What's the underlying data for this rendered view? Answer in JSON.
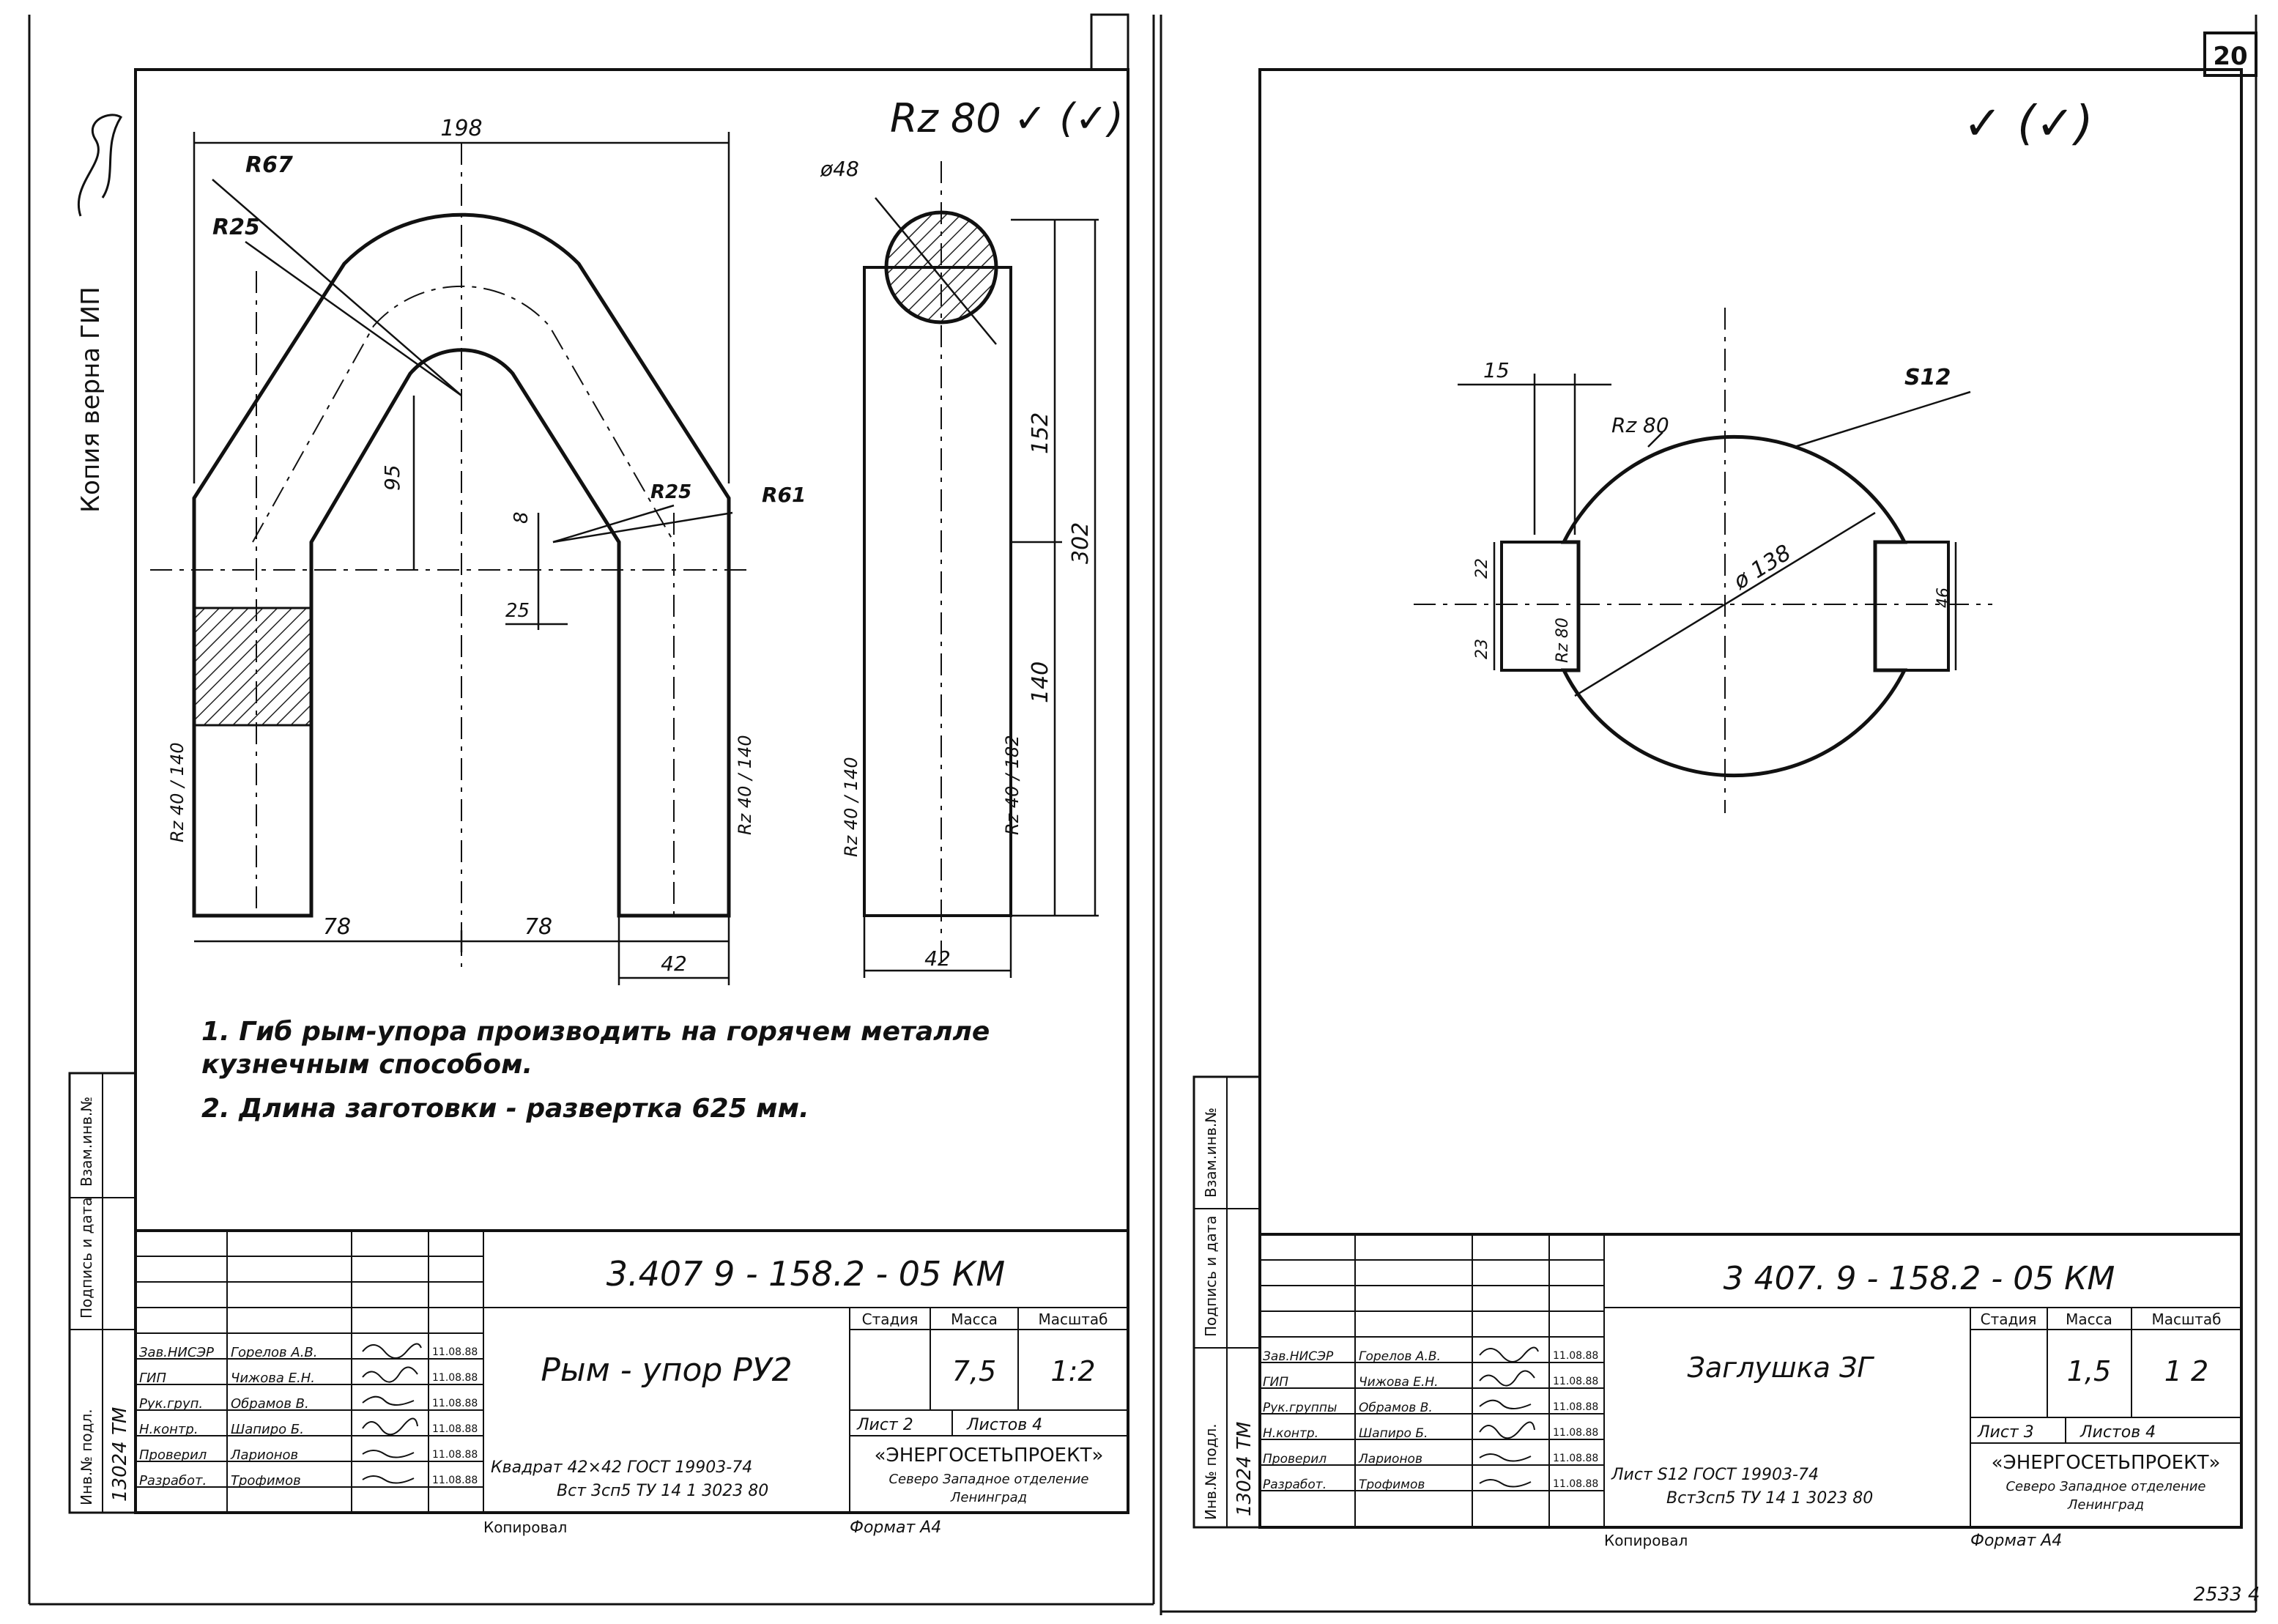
{
  "page_number": "20",
  "page_footer": "2533 4",
  "side_stamp": {
    "copy_text": "Копия верна ГИП"
  },
  "left_sheet": {
    "roughness_mark": "Rz 80 ✓ (✓)",
    "dimensions": {
      "width_total": "198",
      "r67": "R67",
      "r25_top": "R25",
      "dia48": "ø48",
      "h95": "95",
      "h8": "8",
      "r25_mid": "R25",
      "r61": "R61",
      "w25": "25",
      "h152": "152",
      "h302": "302",
      "h140": "140",
      "w78_left": "78",
      "w78_right": "78",
      "w42_left": "42",
      "w42_right": "42",
      "rough1": "Rz 40 / 140",
      "rough2": "Rz 40 / 140",
      "rough3": "Rz 40 / 140",
      "rough4": "Rz 40 / 182"
    },
    "notes": [
      "1.  Гиб рым-упора производить на горячем металле",
      "     кузнечным способом.",
      "2.  Длина заготовки - развертка 625 мм."
    ],
    "title_block": {
      "code": "3.407 9 - 158.2 - 05 КМ",
      "title": "Рым - упор РУ2",
      "material_line1": "Квадрат  42×42   ГОСТ 19903-74",
      "material_line2": "Вст 3сп5 ТУ 14 1 3023 80",
      "stage_label": "Стадия",
      "mass_label": "Масса",
      "scale_label": "Масштаб",
      "mass": "7,5",
      "scale": "1:2",
      "sheet_label": "Лист 2",
      "sheets_label": "Листов 4",
      "org_name": "«ЭНЕРГОСЕТЬПРОЕКТ»",
      "org_sub1": "Северо Западное отделение",
      "org_sub2": "Ленинград",
      "copied": "Копировал",
      "format": "Формат А4",
      "roles": [
        "Зав.НИСЭР",
        "ГИП",
        "Рук.груп.",
        "Н.контр.",
        "Проверил",
        "Разработ."
      ],
      "names": [
        "Горелов А.В.",
        "Чижова Е.Н.",
        "Обрамов В.",
        "Шапиро Б.",
        "Ларионов",
        "Трофимов"
      ],
      "dates": [
        "11.08.88",
        "11.08.88",
        "11.08.88",
        "11.08.88",
        "11.08.88",
        "11.08.88"
      ]
    },
    "side_strip": {
      "inv": "Инв.№ подл.",
      "sign": "Подпись и дата",
      "replace": "Взам.инв.№",
      "inv_value": "13024 ТМ"
    }
  },
  "right_sheet": {
    "roughness_mark": "✓ (✓)",
    "dimensions": {
      "w15": "15",
      "rz80": "Rz 80",
      "s12": "S12",
      "dia138": "ø 138",
      "h22": "22",
      "h23": "23",
      "rz80b": "Rz 80",
      "h46": "46"
    },
    "title_block": {
      "code": "3 407. 9 - 158.2 - 05 КМ",
      "title": "Заглушка  ЗГ",
      "material_line1": "Лист  S12   ГОСТ 19903-74",
      "material_line2": "Вст3сп5 ТУ 14 1 3023 80",
      "stage_label": "Стадия",
      "mass_label": "Масса",
      "scale_label": "Масштаб",
      "mass": "1,5",
      "scale": "1 2",
      "sheet_label": "Лист 3",
      "sheets_label": "Листов 4",
      "org_name": "«ЭНЕРГОСЕТЬПРОЕКТ»",
      "org_sub1": "Северо Западное отделение",
      "org_sub2": "Ленинград",
      "copied": "Копировал",
      "format": "Формат А4",
      "roles": [
        "Зав.НИСЭР",
        "ГИП",
        "Рук.группы",
        "Н.контр.",
        "Проверил",
        "Разработ."
      ],
      "names": [
        "Горелов А.В.",
        "Чижова Е.Н.",
        "Обрамов В.",
        "Шапиро Б.",
        "Ларионов",
        "Трофимов"
      ],
      "dates": [
        "11.08.88",
        "11.08.88",
        "11.08.88",
        "11.08.88",
        "11.08.88",
        "11.08.88"
      ]
    },
    "side_strip": {
      "inv": "Инв.№ подл.",
      "sign": "Подпись и дата",
      "replace": "Взам.инв.№",
      "inv_value": "13024 ТМ"
    }
  }
}
